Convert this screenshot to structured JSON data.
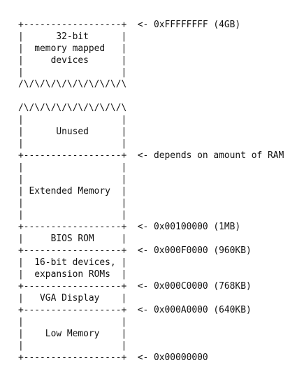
{
  "memory_map": {
    "lines": [
      "+------------------+  <- 0xFFFFFFFF (4GB)",
      "|      32-bit      |",
      "|  memory mapped   |",
      "|     devices      |",
      "|                  |",
      "/\\/\\/\\/\\/\\/\\/\\/\\/\\/\\",
      "",
      "/\\/\\/\\/\\/\\/\\/\\/\\/\\/\\",
      "|                  |",
      "|      Unused      |",
      "|                  |",
      "+------------------+  <- depends on amount of RAM",
      "|                  |",
      "|                  |",
      "| Extended Memory  |",
      "|                  |",
      "|                  |",
      "+------------------+  <- 0x00100000 (1MB)",
      "|     BIOS ROM     |",
      "+------------------+  <- 0x000F0000 (960KB)",
      "|  16-bit devices, |",
      "|  expansion ROMs  |",
      "+------------------+  <- 0x000C0000 (768KB)",
      "|   VGA Display    |",
      "+------------------+  <- 0x000A0000 (640KB)",
      "|                  |",
      "|    Low Memory    |",
      "|                  |",
      "+------------------+  <- 0x00000000"
    ]
  }
}
